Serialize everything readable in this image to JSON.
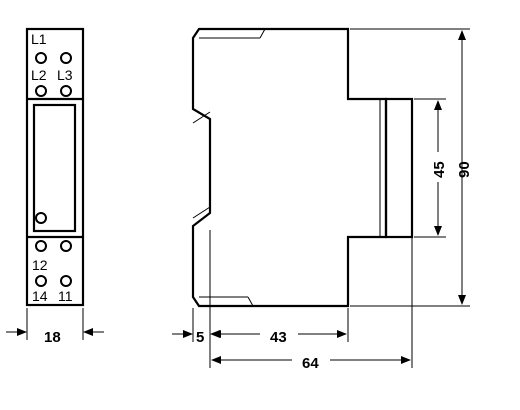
{
  "front_view": {
    "terminal_labels": {
      "l1": "L1",
      "l2": "L2",
      "l3": "L3",
      "t12": "12",
      "t14": "14",
      "t11": "11"
    },
    "width_dim": "18"
  },
  "side_view": {
    "dims": {
      "d5": "5",
      "d43": "43",
      "d64": "64",
      "d45": "45",
      "d90": "90"
    }
  }
}
